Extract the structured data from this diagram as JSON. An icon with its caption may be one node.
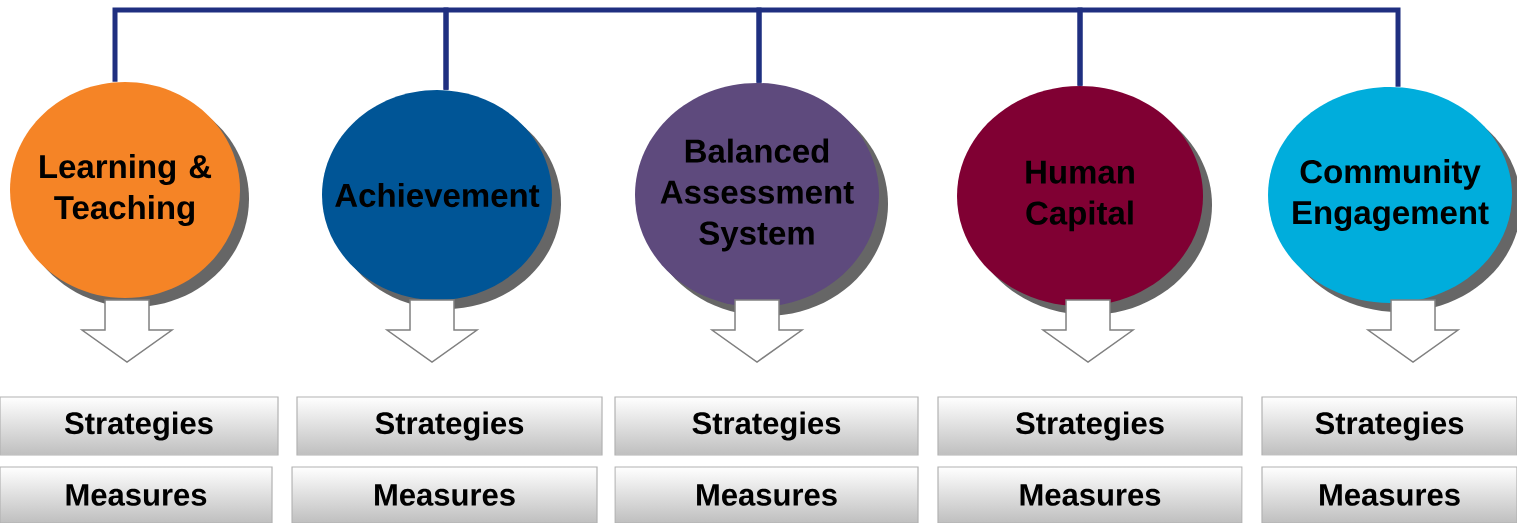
{
  "diagram": {
    "nodes": [
      {
        "text": [
          "Learning & Teaching"
        ]
      },
      {
        "text": [
          "Achievement"
        ]
      },
      {
        "text": [
          "Balanced Assessment System"
        ]
      },
      {
        "text": [
          "Human Capital"
        ]
      },
      {
        "text": [
          "Community Engagement"
        ]
      },
      {
        "text": [
          "Strategies"
        ]
      },
      {
        "text": [
          "Strategies"
        ]
      },
      {
        "text": [
          "Strategies"
        ]
      },
      {
        "text": [
          "Strategies"
        ]
      },
      {
        "text": [
          "Strategies"
        ]
      },
      {
        "text": [
          "Measures"
        ]
      },
      {
        "text": [
          "Measures"
        ]
      },
      {
        "text": [
          "Measures"
        ]
      },
      {
        "text": [
          "Measures"
        ]
      },
      {
        "text": [
          "Measures"
        ]
      }
    ],
    "edges": [
      {
        "from": 0,
        "to": 1,
        "arrow": "none",
        "color": "#1f2f80"
      },
      {
        "from": 1,
        "to": 2,
        "arrow": "none",
        "color": "#1f2f80"
      },
      {
        "from": 2,
        "to": 3,
        "arrow": "none",
        "color": "#1f2f80"
      },
      {
        "from": 3,
        "to": 4,
        "arrow": "none",
        "color": "#1f2f80"
      },
      {
        "from": 0,
        "to": 5,
        "arrow": "to"
      },
      {
        "from": 1,
        "to": 6,
        "arrow": "to"
      },
      {
        "from": 2,
        "to": 7,
        "arrow": "to"
      },
      {
        "from": 3,
        "to": 8,
        "arrow": "to"
      },
      {
        "from": 4,
        "to": 9,
        "arrow": "to"
      }
    ]
  }
}
